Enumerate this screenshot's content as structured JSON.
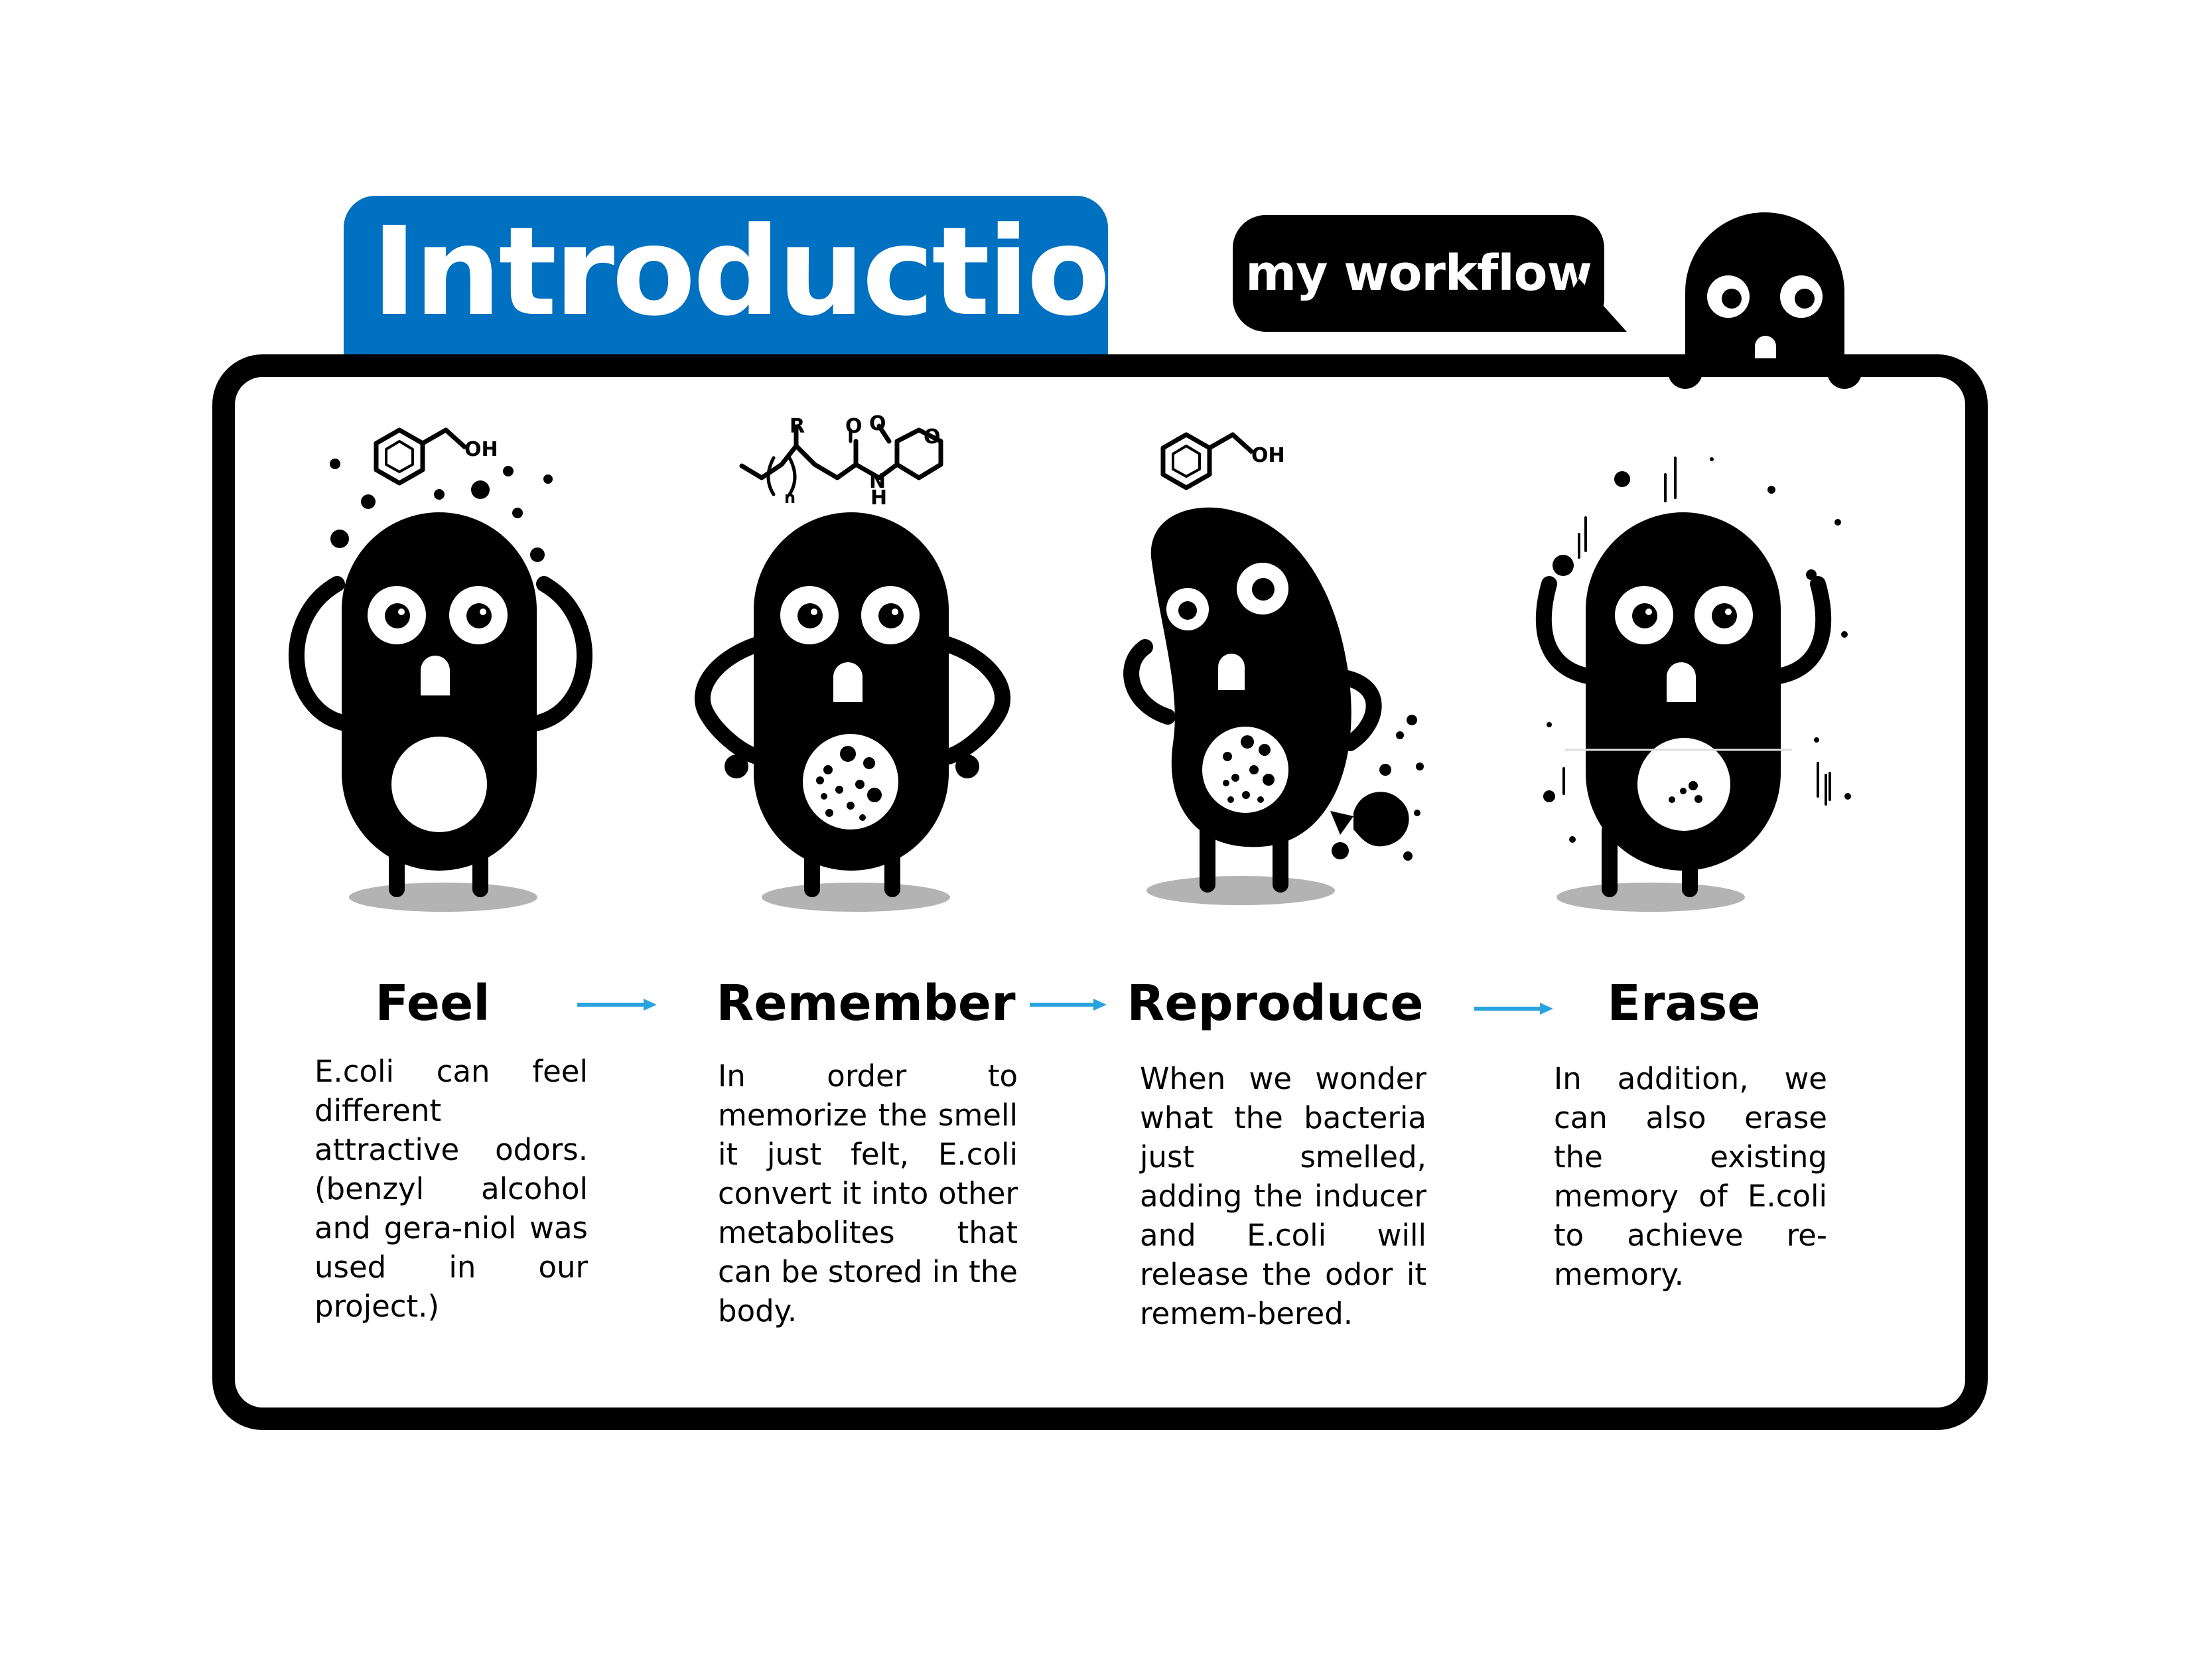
{
  "header": {
    "title": "Introduction",
    "bubble_text": "my workflow"
  },
  "colors": {
    "accent_blue": "#0070c0",
    "arrow_blue": "#29a3e0",
    "ink": "#000000",
    "shadow": "#b3b3b3",
    "background": "#ffffff"
  },
  "chemistry": {
    "hydroxyl": "OH",
    "r_group": "R",
    "oxygen": "O",
    "nitrogen": "N",
    "hydrogen": "H",
    "subscript_n": "n"
  },
  "steps": [
    {
      "title": "Feel",
      "description": "E.coli can feel different attractive odors. (benzyl alcohol and gera-niol was used in our project.)"
    },
    {
      "title": "Remember",
      "description": "In order to memorize the smell it just felt, E.coli convert it into other metabolites that can be stored in the body."
    },
    {
      "title": "Reproduce",
      "description": "When we wonder what the bacteria just smelled, adding the inducer and E.coli will release the odor it remem-bered."
    },
    {
      "title": "Erase",
      "description": "In addition, we can also erase the existing memory of E.coli to achieve re-memory."
    }
  ]
}
